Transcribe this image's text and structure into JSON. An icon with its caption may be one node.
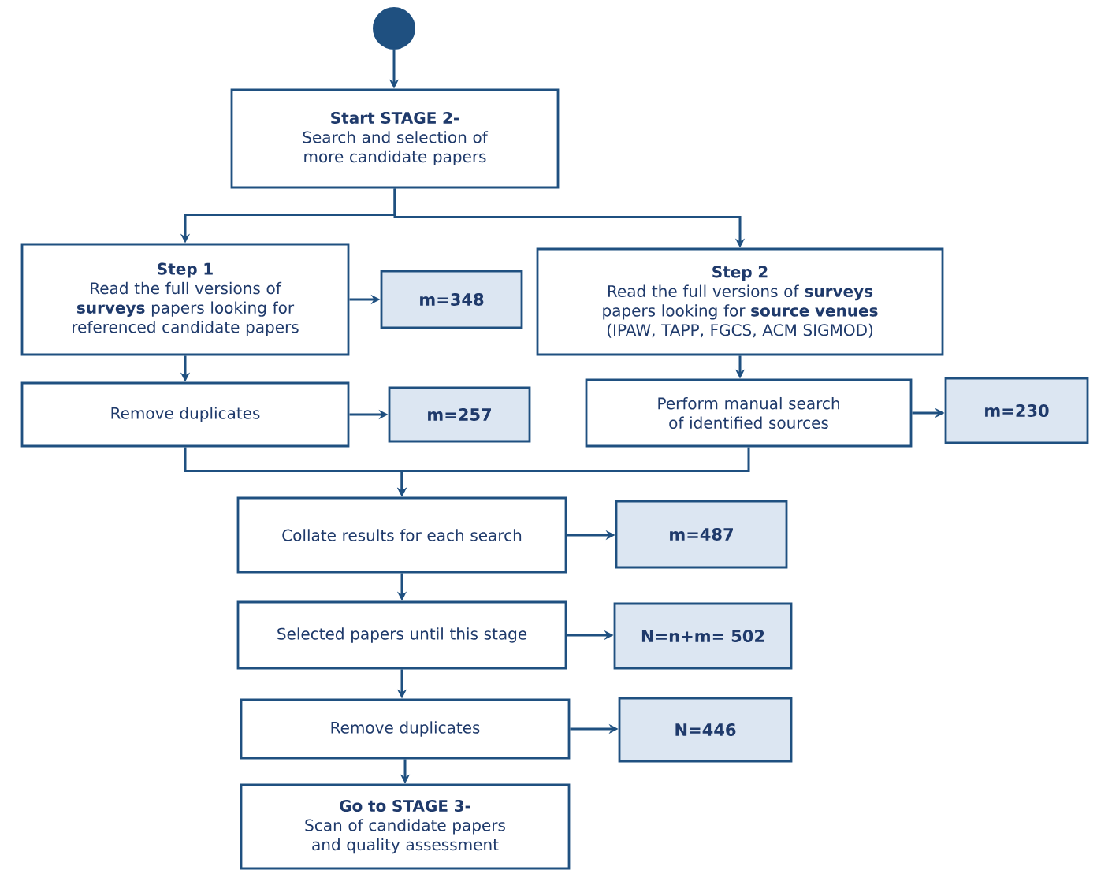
{
  "diagram": {
    "nodes": [
      {
        "text": [],
        "shape": "circle"
      },
      {
        "text": [
          "Start STAGE 2-",
          "Search and selection of more candidate papers"
        ]
      },
      {
        "text": [
          "Step 1",
          "Read the full versions of **surveys** papers looking for referenced candidate papers"
        ]
      },
      {
        "text": [
          "m=348"
        ]
      },
      {
        "text": [
          "Step 2",
          "Read the full versions of **surveys** papers looking for **source venues** (IPAW, TAPP, FGCS, ACM SIGMOD)"
        ]
      },
      {
        "text": [
          "Remove duplicates"
        ]
      },
      {
        "text": [
          "m=257"
        ]
      },
      {
        "text": [
          "Perform manual search of identified sources"
        ]
      },
      {
        "text": [
          "m=230"
        ]
      },
      {
        "text": [
          "Collate results for each search"
        ]
      },
      {
        "text": [
          "m=487"
        ]
      },
      {
        "text": [
          "Selected papers until this stage"
        ]
      },
      {
        "text": [
          "N=n+m= 502"
        ]
      },
      {
        "text": [
          "Remove duplicates"
        ]
      },
      {
        "text": [
          "N=446"
        ]
      },
      {
        "text": [
          "Go to STAGE 3-",
          "Scan of candidate papers and quality assessment"
        ]
      }
    ],
    "edges": [
      {
        "from": 0,
        "to": 1,
        "arrow": "to"
      },
      {
        "from": 1,
        "to": 2,
        "arrow": "to"
      },
      {
        "from": 1,
        "to": 4,
        "arrow": "to"
      },
      {
        "from": 2,
        "to": 3,
        "arrow": "to"
      },
      {
        "from": 2,
        "to": 5,
        "arrow": "to"
      },
      {
        "from": 4,
        "to": 7,
        "arrow": "to"
      },
      {
        "from": 5,
        "to": 6,
        "arrow": "to"
      },
      {
        "from": 7,
        "to": 8,
        "arrow": "to"
      },
      {
        "from": 5,
        "to": 9,
        "arrow": "to"
      },
      {
        "from": 7,
        "to": 9,
        "arrow": "to"
      },
      {
        "from": 9,
        "to": 10,
        "arrow": "to"
      },
      {
        "from": 9,
        "to": 11,
        "arrow": "to"
      },
      {
        "from": 11,
        "to": 12,
        "arrow": "to"
      },
      {
        "from": 11,
        "to": 13,
        "arrow": "to"
      },
      {
        "from": 13,
        "to": 14,
        "arrow": "to"
      },
      {
        "from": 13,
        "to": 15,
        "arrow": "to"
      }
    ]
  }
}
